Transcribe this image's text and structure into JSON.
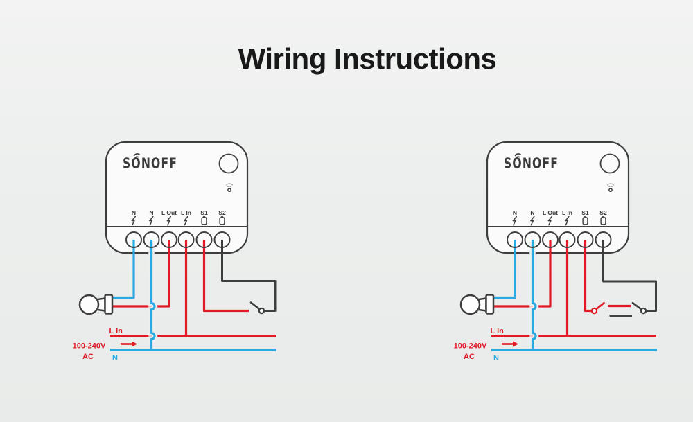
{
  "title": "Wiring Instructions",
  "device": {
    "brand": "SONOFF",
    "terminals": [
      "N",
      "N",
      "L Out",
      "L In",
      "S1",
      "S2"
    ]
  },
  "diagrams": [
    {
      "power": {
        "line_label": "L In",
        "voltage": "100-240V",
        "current": "AC",
        "neutral_label": "N"
      }
    },
    {
      "power": {
        "line_label": "L In",
        "voltage": "100-240V",
        "current": "AC",
        "neutral_label": "N"
      }
    }
  ],
  "colors": {
    "live": "#e11a28",
    "neutral": "#29abe2",
    "outline": "#3e3e3e"
  }
}
